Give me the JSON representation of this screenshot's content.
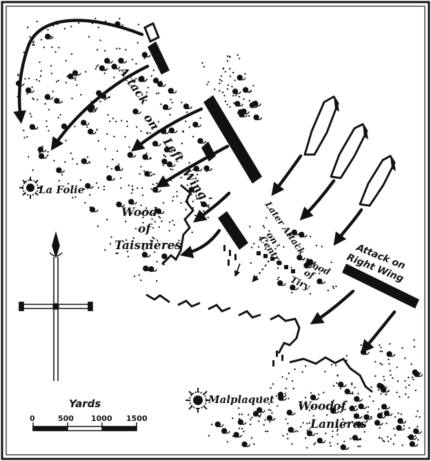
{
  "colors": {
    "ink": "#111111",
    "paper": "#ffffff"
  },
  "labels": {
    "la_folie": "La Folie",
    "attack_left": "Attack",
    "attack_on": "on",
    "attack_left_word": "Left",
    "attack_wing": "Wing",
    "wood_taisnieres_1": "Wood",
    "wood_taisnieres_2": "of",
    "wood_taisnieres_3": "Taisnières",
    "later_attack_1": "Later Attack",
    "later_attack_2": "on",
    "later_attack_3": "Centre",
    "wood_tiry_1": "Wood",
    "wood_tiry_2": "of",
    "wood_tiry_3": "Tiry",
    "attack_right_1": "Attack on",
    "attack_right_2": "Right Wing",
    "malplaquet": "Malplaquet",
    "wood_lanieres_1": "Wood",
    "wood_lanieres_2": "of",
    "wood_lanieres_3": "Lanières"
  },
  "scale": {
    "title": "Yards",
    "ticks": [
      "0",
      "500",
      "1000",
      "1500"
    ]
  },
  "icons": {
    "compass": "compass-cross-icon",
    "village": "village-symbol-icon",
    "tree": "tree-symbol-icon"
  }
}
